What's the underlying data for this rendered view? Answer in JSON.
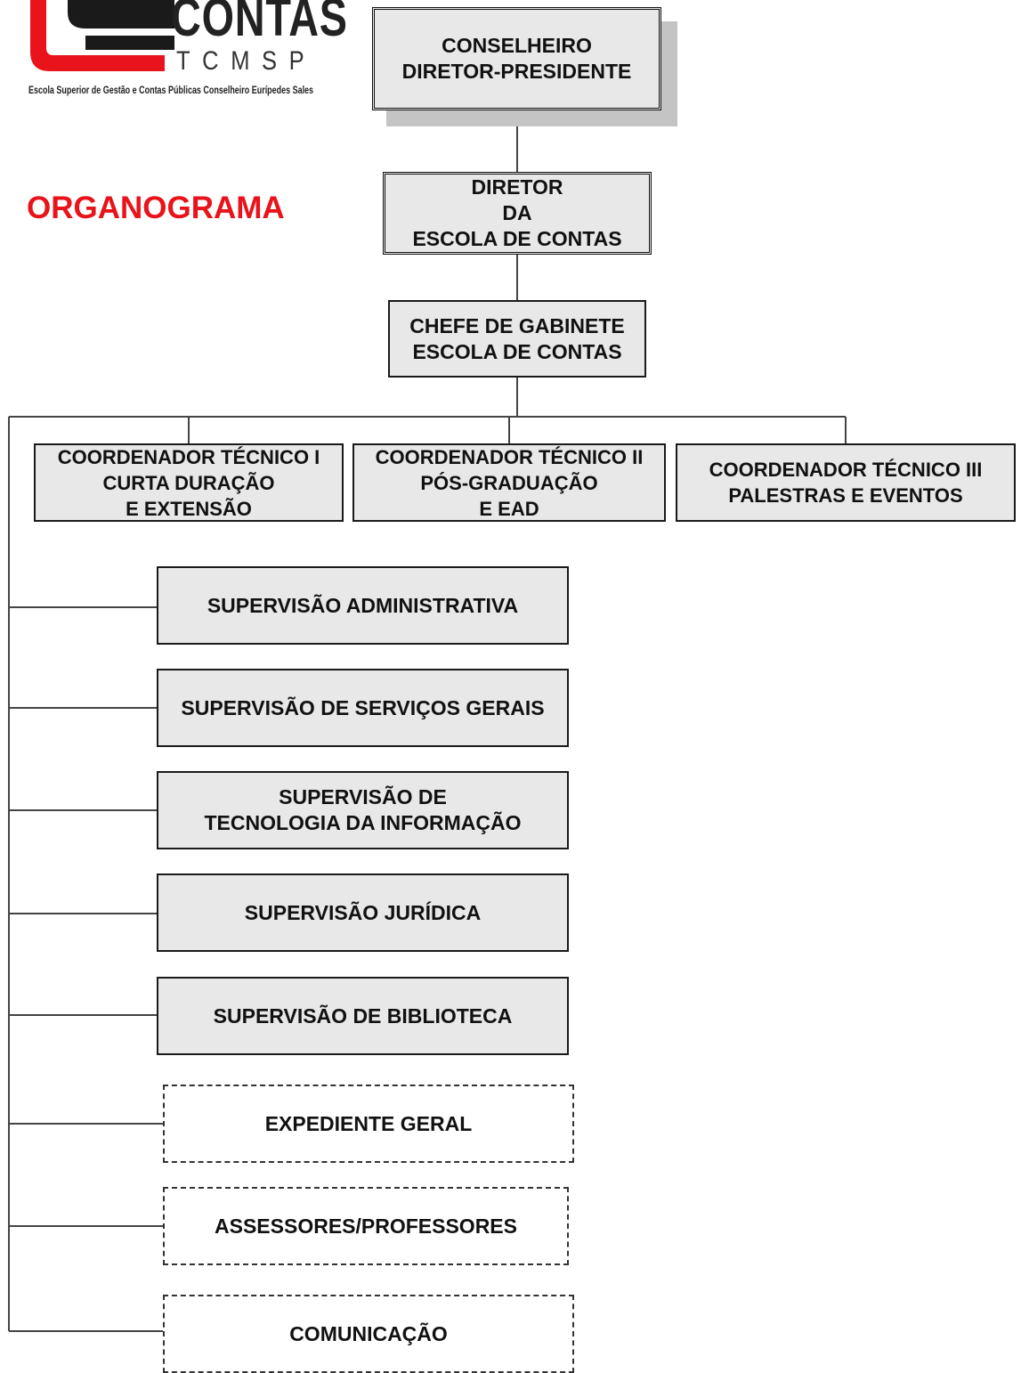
{
  "logo": {
    "word": "CONTAS",
    "tcmsp": "TCMSP",
    "caption": "Escola Superior de Gestão e Contas Públicas Conselheiro Eurípedes Sales",
    "colors": {
      "red": "#e8131b",
      "dark": "#1a1a1a"
    }
  },
  "title": "ORGANOGRAMA",
  "colors": {
    "title": "#e8131b",
    "box_fill": "#e8e8e8",
    "line": "#444444"
  },
  "org": {
    "conselheiro": {
      "line1": "CONSELHEIRO",
      "line2": "DIRETOR-PRESIDENTE"
    },
    "diretor": {
      "line1": "DIRETOR",
      "line2": "DA",
      "line3": "ESCOLA DE CONTAS"
    },
    "chefe": {
      "line1": "CHEFE DE GABINETE",
      "line2": "ESCOLA DE CONTAS"
    },
    "coord1": {
      "line1": "COORDENADOR TÉCNICO I",
      "line2": "CURTA DURAÇÃO",
      "line3": "E EXTENSÃO"
    },
    "coord2": {
      "line1": "COORDENADOR TÉCNICO II",
      "line2": "PÓS-GRADUAÇÃO",
      "line3": "E EAD"
    },
    "coord3": {
      "line1": "COORDENADOR TÉCNICO III",
      "line2": "PALESTRAS E EVENTOS"
    },
    "sup_admin": "SUPERVISÃO ADMINISTRATIVA",
    "sup_servicos": "SUPERVISÃO DE SERVIÇOS GERAIS",
    "sup_ti": {
      "line1": "SUPERVISÃO DE",
      "line2": "TECNOLOGIA DA INFORMAÇÃO"
    },
    "sup_juridica": "SUPERVISÃO JURÍDICA",
    "sup_biblioteca": "SUPERVISÃO DE BIBLIOTECA",
    "expediente": "EXPEDIENTE GERAL",
    "assessores": "ASSESSORES/PROFESSORES",
    "comunicacao": "COMUNICAÇÃO"
  }
}
